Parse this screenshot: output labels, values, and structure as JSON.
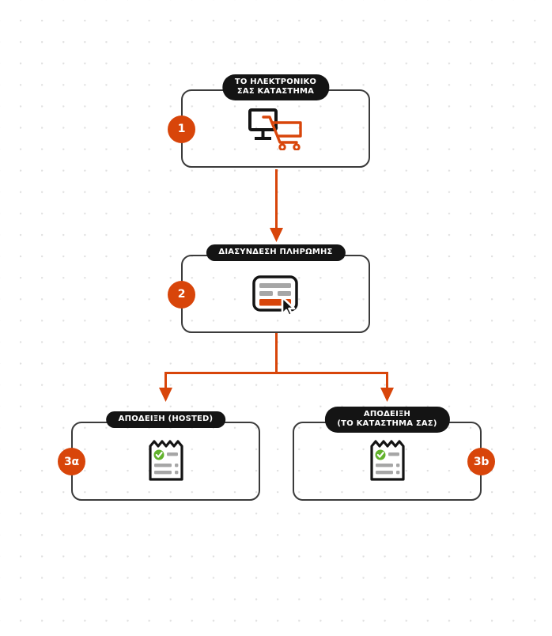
{
  "diagram": {
    "title_flow": "E-shop payment and receipt flow",
    "accent_color": "#d8450a",
    "pill_color": "#141414",
    "border_color": "#3b3b3b",
    "check_color": "#62b22c",
    "nodes": [
      {
        "id": "step-1",
        "badge": "1",
        "badge_side": "left",
        "label": "ΤΟ ΗΛΕΚΤΡΟΝΙΚΟ\nΣΑΣ ΚΑΤΑΣΤΗΜΑ",
        "label_lines": 2,
        "icon": "monitor-shopping-cart-icon"
      },
      {
        "id": "step-2",
        "badge": "2",
        "badge_side": "left",
        "label": "ΔΙΑΣΥΝΔΕΣΗ ΠΛΗΡΩΜΗΣ",
        "label_lines": 1,
        "icon": "payment-card-cursor-icon"
      },
      {
        "id": "step-3a",
        "badge": "3α",
        "badge_side": "left",
        "label": "ΑΠΟΔΕΙΞΗ (HOSTED)",
        "label_lines": 1,
        "icon": "receipt-check-icon"
      },
      {
        "id": "step-3b",
        "badge": "3b",
        "badge_side": "right",
        "label": "ΑΠΟΔΕΙΞΗ\n(ΤΟ ΚΑΤΑΣΤΗΜΑ ΣΑΣ)",
        "label_lines": 2,
        "icon": "receipt-check-icon"
      }
    ],
    "connectors": [
      {
        "id": "arrow-1-to-2",
        "from": "step-1",
        "to": "step-2",
        "shape": "straight-down"
      },
      {
        "id": "split-2-to-3a-3b",
        "from": "step-2",
        "to": "step-3a,step-3b",
        "shape": "tee-split"
      }
    ]
  }
}
